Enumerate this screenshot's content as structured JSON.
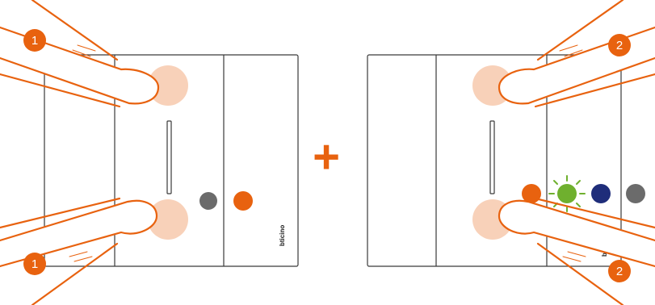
{
  "brand": "bticino",
  "operator_sign": "+",
  "colors": {
    "accent_orange": "#e8620f",
    "finger_outline": "#e8620f",
    "touch_glow": "#f7c9ad",
    "led_grey": "#6b6b6b",
    "led_orange": "#e8620f",
    "led_green": "#6fb02e",
    "led_blue": "#1f2d7a",
    "device_outline": "#3a3a3a"
  },
  "left_panel": {
    "steps": [
      "1",
      "1"
    ],
    "leds": [
      {
        "color": "grey",
        "icon": "grey-led-icon"
      },
      {
        "color": "orange",
        "icon": "orange-led-icon"
      }
    ]
  },
  "right_panel": {
    "steps": [
      "2",
      "2"
    ],
    "leds": [
      {
        "color": "orange",
        "icon": "orange-led-icon"
      },
      {
        "color": "green",
        "blinking": true,
        "icon": "green-blinking-led-icon"
      },
      {
        "color": "blue",
        "icon": "blue-led-icon"
      },
      {
        "color": "grey",
        "icon": "grey-led-icon"
      }
    ]
  }
}
